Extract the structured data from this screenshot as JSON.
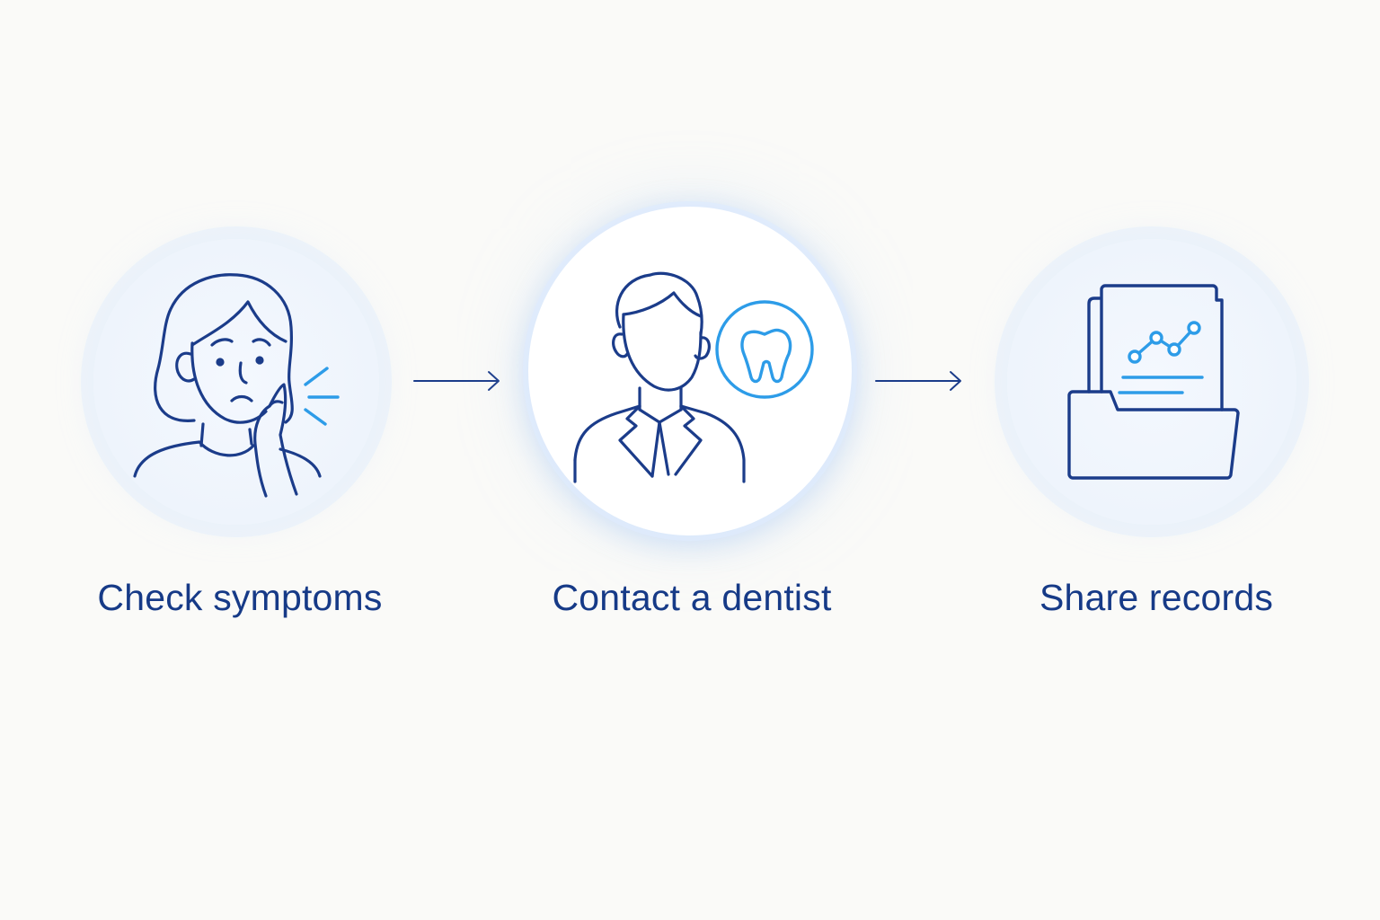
{
  "steps": [
    {
      "label": "Check symptoms",
      "icon": "patient-toothache-icon"
    },
    {
      "label": "Contact a dentist",
      "icon": "dentist-icon"
    },
    {
      "label": "Share records",
      "icon": "records-folder-icon"
    }
  ],
  "colors": {
    "line_dark": "#1b3c8a",
    "accent": "#2d9ce8",
    "label": "#163a87",
    "background": "#fafaf8"
  }
}
